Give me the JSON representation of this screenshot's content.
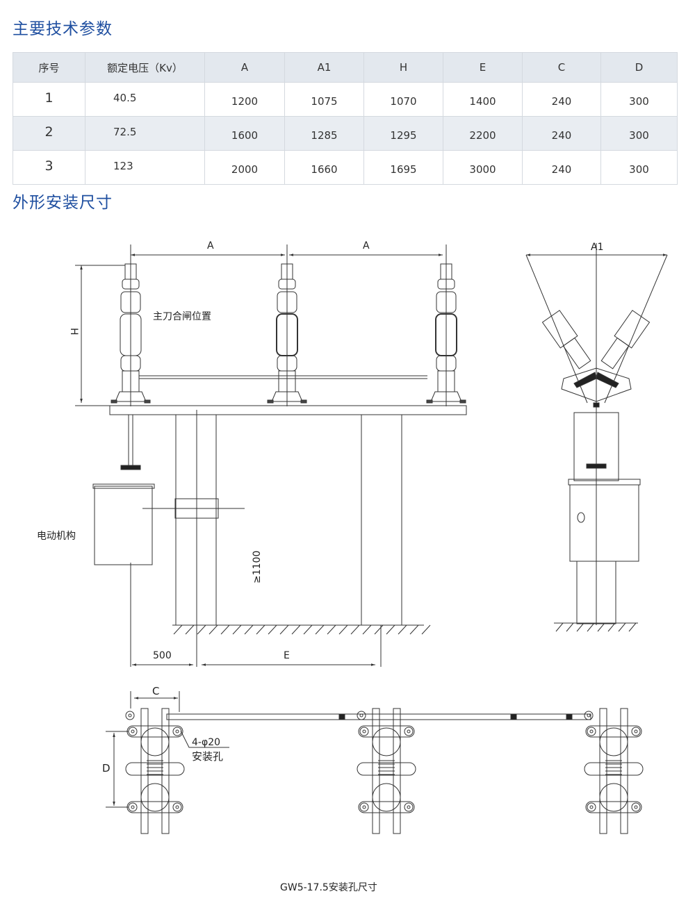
{
  "sections": {
    "params_title": "主要技术参数",
    "outline_title": "外形安装尺寸"
  },
  "table": {
    "headers": [
      "序号",
      "额定电压（Kv）",
      "A",
      "A1",
      "H",
      "E",
      "C",
      "D"
    ],
    "rows": [
      [
        "1",
        "40.5",
        "1200",
        "1075",
        "1070",
        "1400",
        "240",
        "300"
      ],
      [
        "2",
        "72.5",
        "1600",
        "1285",
        "1295",
        "2200",
        "240",
        "300"
      ],
      [
        "3",
        "123",
        "2000",
        "1660",
        "1695",
        "3000",
        "240",
        "300"
      ]
    ]
  },
  "drawing": {
    "dim_A_left": "A",
    "dim_A_right": "A",
    "dim_A1": "A1",
    "dim_H": "H",
    "main_blade_closed": "主刀合闸位置",
    "motor_mechanism": "电动机构",
    "height_min": "≥1100",
    "dim_500": "500",
    "dim_E": "E",
    "dim_C": "C",
    "dim_D": "D",
    "hole_spec": "4-φ20",
    "hole_label": "安装孔",
    "caption": "GW5-17.5安装孔尺寸"
  }
}
